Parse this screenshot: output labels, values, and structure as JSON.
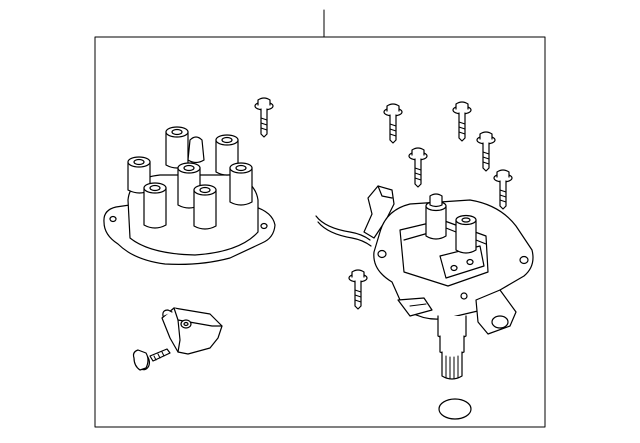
{
  "diagram": {
    "colors": {
      "line": "#000000",
      "background": "#ffffff"
    },
    "parts": [
      {
        "name": "distributor-cap"
      },
      {
        "name": "distributor-housing"
      },
      {
        "name": "igniter-bracket"
      },
      {
        "name": "o-ring"
      },
      {
        "name": "cap-screws"
      },
      {
        "name": "mounting-bolt"
      }
    ]
  }
}
